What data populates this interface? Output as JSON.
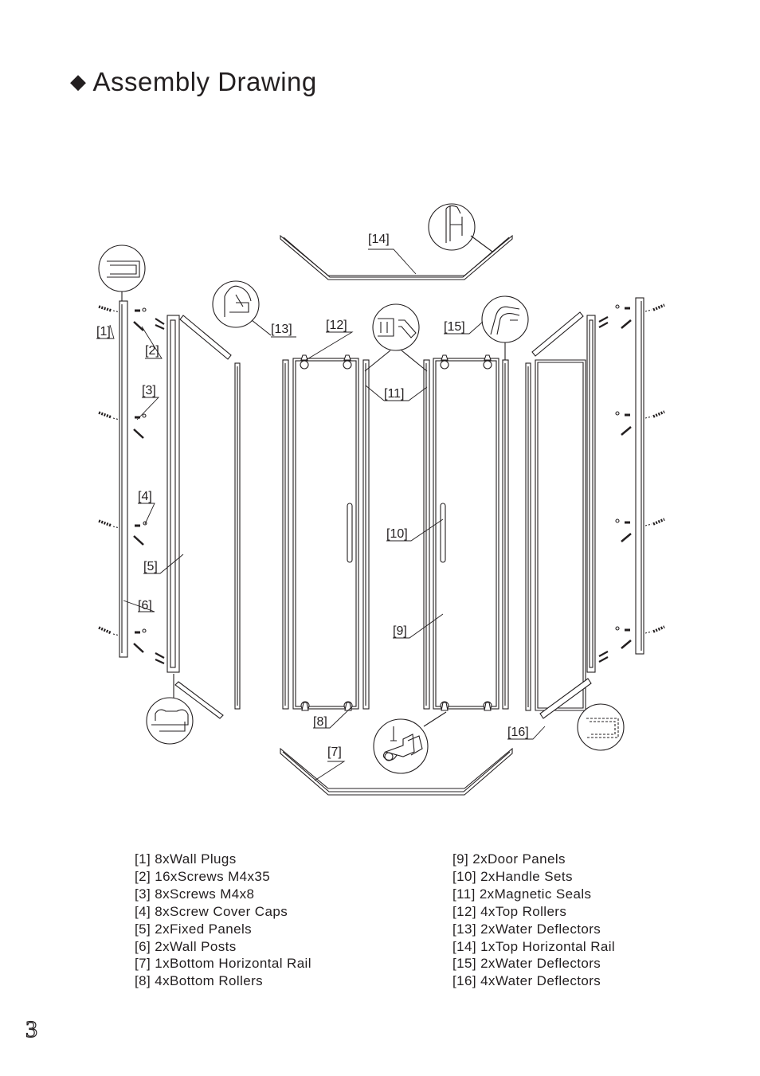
{
  "page": {
    "title": "Assembly Drawing",
    "title_bullet": "◆",
    "page_number": "3"
  },
  "callouts": [
    "[1]",
    "[2]",
    "[3]",
    "[4]",
    "[5]",
    "[6]",
    "[7]",
    "[8]",
    "[9]",
    "[10]",
    "[11]",
    "[12]",
    "[13]",
    "[14]",
    "[15]",
    "[16]"
  ],
  "parts_left": [
    "[1] 8xWall Plugs",
    "[2] 16xScrews M4x35",
    "[3] 8xScrews M4x8",
    "[4] 8xScrew Cover Caps",
    "[5] 2xFixed Panels",
    "[6] 2xWall Posts",
    "[7] 1xBottom Horizontal Rail",
    "[8] 4xBottom Rollers"
  ],
  "parts_right": [
    "[9] 2xDoor Panels",
    "[10] 2xHandle Sets",
    "[11] 2xMagnetic Seals",
    "[12] 4xTop Rollers",
    "[13] 2xWater Deflectors",
    "[14] 1xTop Horizontal Rail",
    "[15] 2xWater Deflectors",
    "[16] 4xWater Deflectors"
  ]
}
